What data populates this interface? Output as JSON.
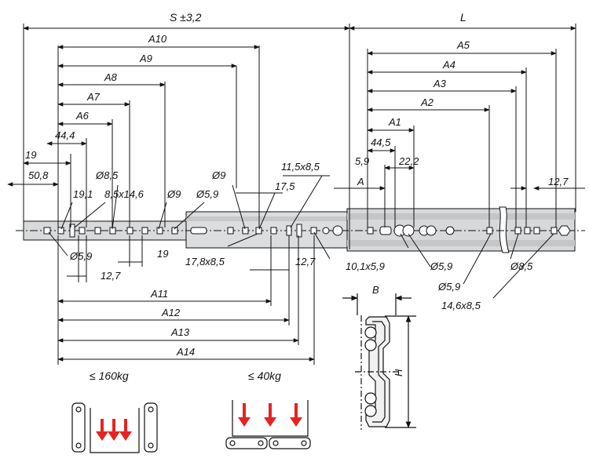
{
  "top_labels": {
    "S": "S ±3,2",
    "L": "L",
    "A10": "A10",
    "A9": "A9",
    "A8": "A8",
    "A7": "A7",
    "A6": "A6",
    "d44_4": "44,4",
    "d19_a": "19",
    "d50_8": "50,8",
    "d19_1": "19,1",
    "d8_5": "Ø8,5",
    "d8_5x14_6": "8,5x14,6",
    "d9_a": "Ø9",
    "d5_9_a": "Ø5,9",
    "d9_b": "Ø9",
    "d17_5": "17,5",
    "d11_5x8_5": "11,5x8,5",
    "A5": "A5",
    "A4": "A4",
    "A3": "A3",
    "A2": "A2",
    "A1": "A1",
    "d44_5": "44,5",
    "d22_2": "22,2",
    "d5_9_top": "5,9",
    "A": "A",
    "d12_7_top": "12,7"
  },
  "bottom_labels": {
    "d5_9_b": "Ø5,9",
    "d19_b": "19",
    "d12_7_b": "12,7",
    "d17_8x8_5": "17,8x8,5",
    "d12_7_c": "12,7",
    "d10_1x5_9": "10,1x5,9",
    "d5_9_c": "Ø5,9",
    "d5_9_d": "Ø5,9",
    "d8_5_b": "Ø8,5",
    "d14_6x8_5": "14,6x8,5",
    "A11": "A11",
    "A12": "A12",
    "A13": "A13",
    "A14": "A14",
    "B": "B",
    "H": "H"
  },
  "loads": {
    "side_mount": "≤ 160kg",
    "bottom_mount": "≤ 40kg"
  },
  "colors": {
    "line": "#111111",
    "rail_fill": "#d9dadb",
    "rail_dark": "#bfc1c3",
    "arrow_red": "#e52421"
  }
}
